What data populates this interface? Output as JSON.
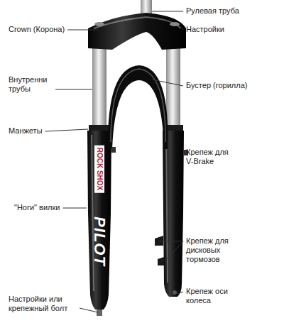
{
  "diagram": {
    "labels": [
      "Рулевая труба",
      "Crown (Корона)",
      "Настройки",
      "Внутренни трубы",
      "Бустер (горилла)",
      "Манжеты",
      "Крепеж для V-Brake",
      "ROCK SHOX",
      "\"Ноги\" вилки",
      "PILOT",
      "Крепеж для дисковых тормозов",
      "Настройки или крепежный болт",
      "Крепеж оси колеса"
    ]
  }
}
